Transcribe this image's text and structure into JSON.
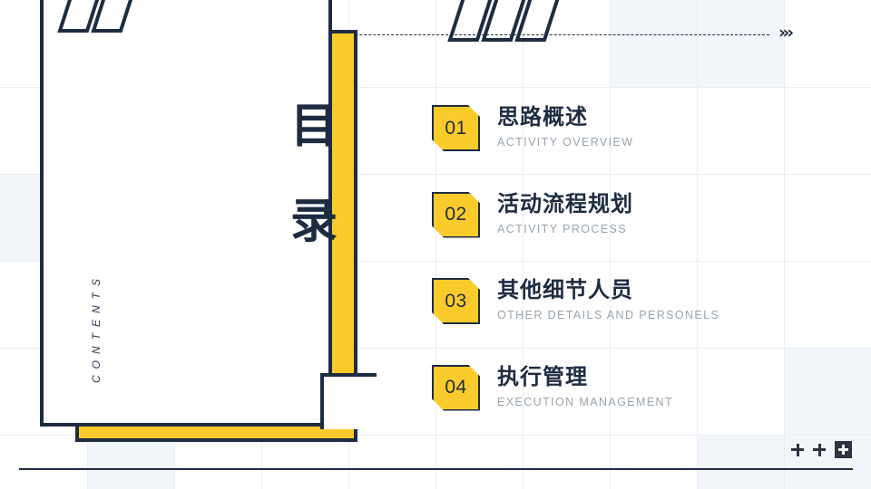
{
  "slide": {
    "heading_cn_line1": "目",
    "heading_cn_line2": "录",
    "heading_en_vertical": "CONTENTS",
    "dash_arrow_glyph": "»›",
    "accent_yellow": "#FBCB2C",
    "ink_navy": "#1E2C42",
    "muted_grey": "#9AA3AD",
    "grid_line": "#E9EEF4",
    "grid_tint": "#F2F6FA"
  },
  "toc": {
    "items": [
      {
        "number": "01",
        "title_cn": "思路概述",
        "title_en": "ACTIVITY OVERVIEW"
      },
      {
        "number": "02",
        "title_cn": "活动流程规划",
        "title_en": "ACTIVITY PROCESS"
      },
      {
        "number": "03",
        "title_cn": "其他细节人员",
        "title_en": "OTHER DETAILS AND PERSONELS"
      },
      {
        "number": "04",
        "title_cn": "执行管理",
        "title_en": "EXECUTION MANAGEMENT"
      }
    ]
  },
  "decor": {
    "slash_left_count": 2,
    "slash_right_count": 3,
    "fold_line_count": 3,
    "plus_marks": 2,
    "plus_box_marks": 1
  }
}
